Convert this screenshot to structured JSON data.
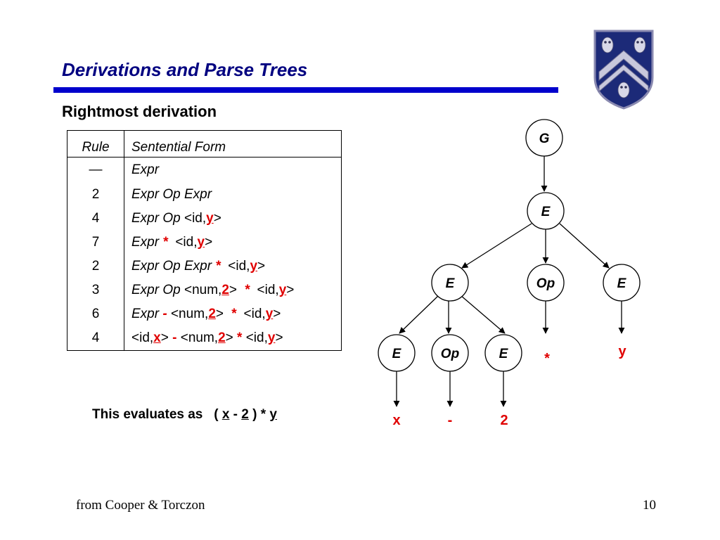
{
  "slide": {
    "title": "Derivations and Parse Trees",
    "subtitle": "Rightmost derivation",
    "page_number": "10",
    "footer": "from Cooper & Torczon"
  },
  "colors": {
    "title": "#000080",
    "rule_bar": "#0000cc",
    "highlight": "#e00000"
  },
  "table": {
    "headers": {
      "rule": "Rule",
      "form": "Sentential Form"
    },
    "rows": [
      {
        "rule": "—",
        "parts": [
          {
            "t": "Expr",
            "s": "nt"
          }
        ]
      },
      {
        "rule": "2",
        "parts": [
          {
            "t": "Expr Op Expr",
            "s": "nt"
          }
        ]
      },
      {
        "rule": "4",
        "parts": [
          {
            "t": "Expr Op ",
            "s": "nt"
          },
          {
            "t": "<id,",
            "s": "tk"
          },
          {
            "t": "y",
            "s": "red-u"
          },
          {
            "t": ">",
            "s": "tk"
          }
        ]
      },
      {
        "rule": "7",
        "parts": [
          {
            "t": "Expr ",
            "s": "nt"
          },
          {
            "t": "*",
            "s": "red-it"
          },
          {
            "t": "  <id,",
            "s": "tk"
          },
          {
            "t": "y",
            "s": "red-u"
          },
          {
            "t": ">",
            "s": "tk"
          }
        ]
      },
      {
        "rule": "2",
        "parts": [
          {
            "t": "Expr Op Expr ",
            "s": "nt"
          },
          {
            "t": "*",
            "s": "red-it"
          },
          {
            "t": "  <id,",
            "s": "tk"
          },
          {
            "t": "y",
            "s": "red-u"
          },
          {
            "t": ">",
            "s": "tk"
          }
        ]
      },
      {
        "rule": "3",
        "parts": [
          {
            "t": "Expr Op ",
            "s": "nt"
          },
          {
            "t": "<num,",
            "s": "tk"
          },
          {
            "t": "2",
            "s": "red-u"
          },
          {
            "t": ">  ",
            "s": "tk"
          },
          {
            "t": "*",
            "s": "red-it"
          },
          {
            "t": "  <id,",
            "s": "tk"
          },
          {
            "t": "y",
            "s": "red-u"
          },
          {
            "t": ">",
            "s": "tk"
          }
        ]
      },
      {
        "rule": "6",
        "parts": [
          {
            "t": "Expr ",
            "s": "nt"
          },
          {
            "t": "-",
            "s": "red-it"
          },
          {
            "t": " <num,",
            "s": "tk"
          },
          {
            "t": "2",
            "s": "red-u"
          },
          {
            "t": ">  ",
            "s": "tk"
          },
          {
            "t": "*",
            "s": "red-it"
          },
          {
            "t": "  <id,",
            "s": "tk"
          },
          {
            "t": "y",
            "s": "red-u"
          },
          {
            "t": ">",
            "s": "tk"
          }
        ]
      },
      {
        "rule": "4",
        "parts": [
          {
            "t": "<id,",
            "s": "tk"
          },
          {
            "t": "x",
            "s": "red-u"
          },
          {
            "t": "> ",
            "s": "tk"
          },
          {
            "t": "-",
            "s": "red"
          },
          {
            "t": " <num,",
            "s": "tk"
          },
          {
            "t": "2",
            "s": "red-u"
          },
          {
            "t": "> ",
            "s": "tk"
          },
          {
            "t": "*",
            "s": "red"
          },
          {
            "t": " <id,",
            "s": "tk"
          },
          {
            "t": "y",
            "s": "red-u"
          },
          {
            "t": ">",
            "s": "tk"
          }
        ]
      }
    ]
  },
  "evaluation": {
    "prefix": "This evaluates as   ( ",
    "x": "x",
    "minus": " - ",
    "two": "2",
    "mid": " ) * ",
    "y": "y"
  },
  "tree": {
    "nodes": [
      {
        "id": "g",
        "label": "G"
      },
      {
        "id": "e1",
        "label": "E"
      },
      {
        "id": "e2",
        "label": "E"
      },
      {
        "id": "op1",
        "label": "Op"
      },
      {
        "id": "e3",
        "label": "E"
      },
      {
        "id": "e4",
        "label": "E"
      },
      {
        "id": "op2",
        "label": "Op"
      },
      {
        "id": "e5",
        "label": "E"
      }
    ],
    "leaves": [
      {
        "id": "l-star",
        "label": "*"
      },
      {
        "id": "l-y",
        "label": "y"
      },
      {
        "id": "l-x",
        "label": "x"
      },
      {
        "id": "l-minus",
        "label": "-"
      },
      {
        "id": "l-2",
        "label": "2"
      }
    ]
  }
}
